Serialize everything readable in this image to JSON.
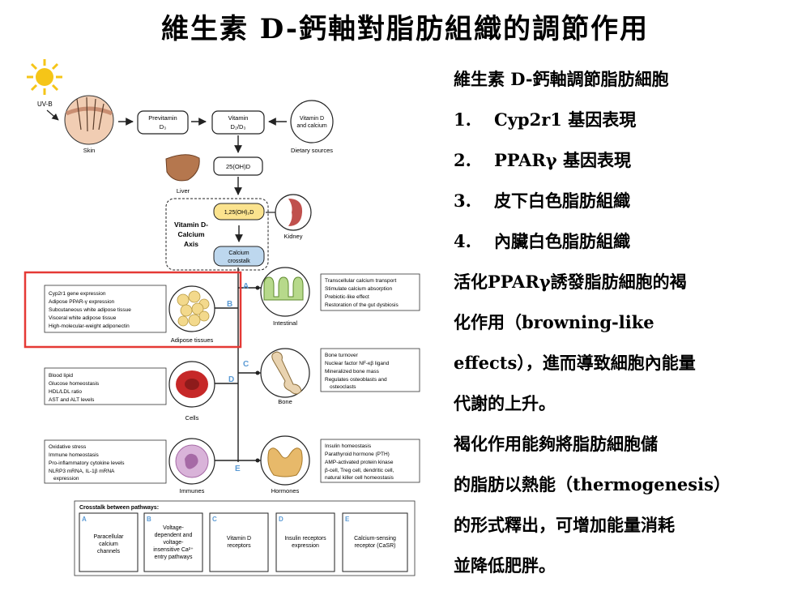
{
  "title": "維生素 D-鈣軸對脂肪組織的調節作用",
  "right_panel": {
    "heading": "維生素 D-鈣軸調節脂肪細胞",
    "items": [
      {
        "num": "1.",
        "text": "Cyp2r1 基因表現"
      },
      {
        "num": "2.",
        "text": "PPARγ 基因表現"
      },
      {
        "num": "3.",
        "text": "皮下白色脂肪組織"
      },
      {
        "num": "4.",
        "text": "內臟白色脂肪組織"
      }
    ],
    "paragraph1": [
      "活化PPARγ誘發脂肪細胞的褐",
      "化作用（browning-like",
      "effects），進而導致細胞內能量",
      "代謝的上升。"
    ],
    "paragraph2": [
      "褐化作用能夠將脂肪細胞儲",
      "的脂肪以熱能（thermogenesis）",
      "的形式釋出，可增加能量消耗",
      "並降低肥胖。"
    ]
  },
  "diagram": {
    "uvb": "UV-B",
    "skin": "Skin",
    "previtamin_a": "Previtamin",
    "previtamin_b": "D₃",
    "vitamin_a": "Vitamin",
    "vitamin_b": "D₂/D₃",
    "vitd_calcium_a": "Vitamin D",
    "vitd_calcium_b": "and calcium",
    "dietary": "Dietary sources",
    "liver": "Liver",
    "ohd": "25(OH)D",
    "dihydroxy": "1,25(OH)₂D",
    "axis_a": "Vitamin D-",
    "axis_b": "Calcium",
    "axis_c": "Axis",
    "kidney": "Kidney",
    "crosstalk_a": "Calcium",
    "crosstalk_b": "crosstalk",
    "adipose_items": [
      "Cyp2r1 gene expression",
      "Adipose PPAR-γ expression",
      "Subcutaneous white adipose tissue",
      "Visceral white adipose tissue",
      "High-molecular-weight adiponectin"
    ],
    "adipose": "Adipose tissues",
    "intestinal": "Intestinal",
    "intestinal_items": [
      "Transcellular calcium transport",
      "Stimulate calcium absorption",
      "Prebiotic-like effect",
      "Restoration of the gut dysbiosis"
    ],
    "bone": "Bone",
    "bone_items": [
      "Bone turnover",
      "Nuclear factor NF-κβ ligand",
      "Mineralized bone mass",
      "Regulates osteoblasts and",
      "osteoclasts"
    ],
    "cells": "Cells",
    "cells_items": [
      "Blood lipid",
      "Glucose homeostasis",
      "HDL/LDL ratio",
      "AST and ALT levels"
    ],
    "immunes": "Immunes",
    "immunes_items": [
      "Oxidative stress",
      "Immune homeostasis",
      "Pro-inflammatory cytokine levels",
      "NLRP3 mRNA, IL-1β mRNA",
      "expression"
    ],
    "hormones": "Hormones",
    "hormones_items": [
      "Insulin homeostasis",
      "Parathyroid hormone (PTH)",
      "AMP-activated protein kinase",
      "β-cell, Treg cell, dendritic cell,",
      "natural killer cell homeostasis"
    ],
    "letters": [
      "A",
      "B",
      "C",
      "D",
      "E"
    ],
    "crosstalk_title": "Crosstalk between pathways:",
    "crosstalk_boxes": [
      {
        "letter": "A",
        "lines": [
          "Paracellular",
          "calcium",
          "channels"
        ]
      },
      {
        "letter": "B",
        "lines": [
          "Voltage-",
          "dependent and",
          "voltage-",
          "insensitive Ca²⁺",
          "entry pathways"
        ]
      },
      {
        "letter": "C",
        "lines": [
          "Vitamin D",
          "receptors"
        ]
      },
      {
        "letter": "D",
        "lines": [
          "Insulin receptors",
          "expression"
        ]
      },
      {
        "letter": "E",
        "lines": [
          "Calcium-sensing",
          "receptor (CaSR)"
        ]
      }
    ]
  },
  "colors": {
    "highlight": "#e53935",
    "sun": "#f5c518",
    "letter": "#5b9bd5",
    "yellow_node": "#fbe38e",
    "blue_node": "#bdd7ee",
    "blood": "#c62828",
    "immune": "#a66aa6",
    "thyroid": "#e7b96a",
    "bone": "#e9d3b0",
    "liver": "#b5774e",
    "kidney": "#c0504d"
  }
}
